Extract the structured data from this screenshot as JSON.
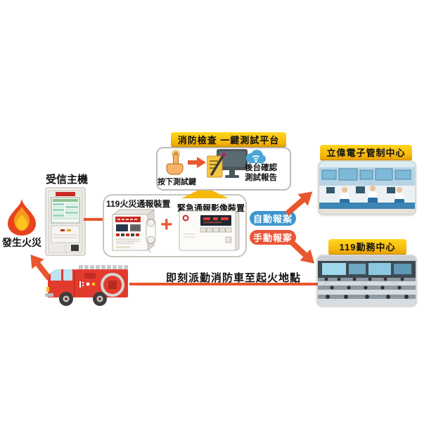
{
  "fire": {
    "label": "發生火災"
  },
  "receiver": {
    "label": "受信主機"
  },
  "devices": {
    "fire_dialer_label": "119火災通報裝置",
    "plus_sign": "+",
    "video_device_label": "緊急通報影像裝置"
  },
  "platform": {
    "banner": "消防檢查 一鍵測試平台",
    "press_test_label": "按下測試鍵",
    "confirm_line1": "後台確認",
    "confirm_line2": "測試報告"
  },
  "report": {
    "auto_label": "自動報案",
    "manual_label": "手動報案"
  },
  "control_center": {
    "label": "立偉電子管制中心"
  },
  "duty_center": {
    "label": "119勤務中心"
  },
  "dispatch": {
    "label": "即刻派勤消防車至起火地點"
  },
  "icons": [
    "flame-icon",
    "receiver-host-image",
    "fire-dialer-device-image",
    "video-device-image",
    "hand-press-icon",
    "arrow-right-icon",
    "report-monitor-icon",
    "cloud-wifi-icon",
    "up-triangle-connector",
    "arrow-to-control-center",
    "arrow-to-duty-center",
    "arrow-truck-to-fire",
    "fire-truck-icon",
    "control-room-photo",
    "duty-center-photo"
  ],
  "colors": {
    "arrow_orange": "#E8562E",
    "banner_gold_top": "#FFD61E",
    "banner_gold_bottom": "#E9A106",
    "auto_pill_blue": "#3E96CC",
    "manual_pill_orange": "#E8563A",
    "triangle_gold": "#F5B70A",
    "truck_red": "#E23B2E",
    "cloud_blue": "#4BA8D6"
  }
}
